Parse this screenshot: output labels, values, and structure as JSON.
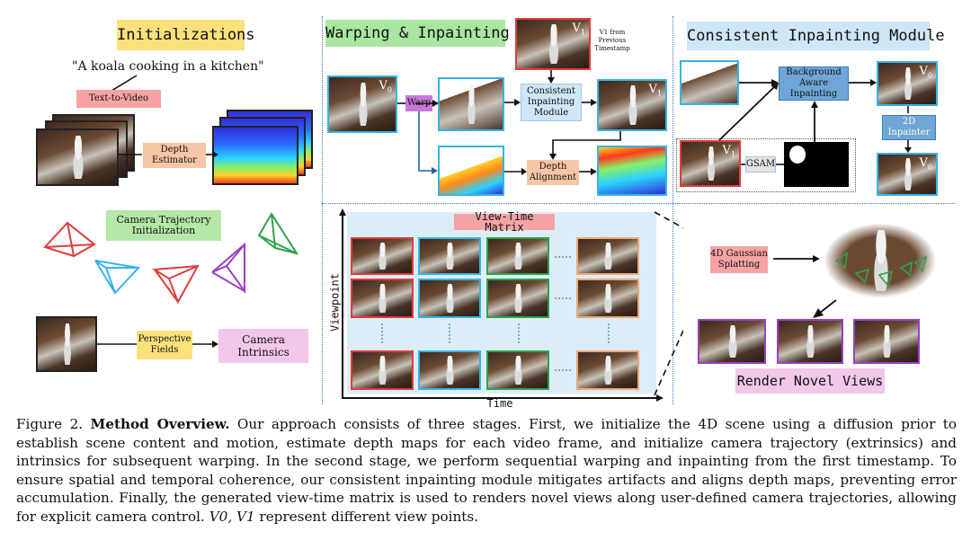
{
  "left_panel": {
    "title": "Initializations",
    "prompt": "\"A koala cooking in a kitchen\"",
    "text_to_video": "Text-to-Video",
    "depth_estimator": "Depth Estimator",
    "camera_trajectory": "Camera Trajectory Initialization",
    "perspective_fields": "Perspective Fields",
    "camera_intrinsics": "Camera Intrinsics"
  },
  "warp_panel": {
    "title": "Warping & Inpainting",
    "v0": "V",
    "v0_sub": "0",
    "v1": "V",
    "v1_sub": "1",
    "v1_note": "V1 from Previous Timestamp",
    "warp": "Warp",
    "consistent_inpainting": "Consistent Inpainting Module",
    "depth_alignment": "Depth Alignment"
  },
  "cim_panel": {
    "title": "Consistent Inpainting Module",
    "background_aware": "Background Aware Inpainting",
    "gsam": "GSAM",
    "inpainter_2d": "2D Inpainter"
  },
  "matrix_panel": {
    "title": "View-Time Matrix",
    "ylabel": "Viewpoint",
    "xlabel": "Time"
  },
  "render_panel": {
    "gaussian": "4D Gaussian Splatting",
    "render_title": "Render Novel Views"
  },
  "caption": {
    "label": "Figure 2.",
    "bold": "Method Overview.",
    "text": " Our approach consists of three stages. First, we initialize the 4D scene using a diffusion prior to establish scene content and motion, estimate depth maps for each video frame, and initialize camera trajectory (extrinsics) and intrinsics for subsequent warping. In the second stage, we perform sequential warping and inpainting from the first timestamp. To ensure spatial and temporal coherence, our consistent inpainting module mitigates artifacts and aligns depth maps, preventing error accumulation. Finally, the generated view-time matrix is used to renders novel views along user-defined camera trajectories, allowing for explicit camera control.",
    "tail": " represent different view points.",
    "tail_math": "V0, V1"
  },
  "colors": {
    "title_yellow": "#fbe17a",
    "title_green": "#a8e6a1",
    "title_blue": "#cfe6f7",
    "salmon": "#f6c6a6",
    "pink_red": "#f5a3a3",
    "purple": "#c878d6",
    "blue_box": "#6fa6d6",
    "light_green": "#b5e7a9",
    "matrix_bg": "#dbeef8"
  }
}
